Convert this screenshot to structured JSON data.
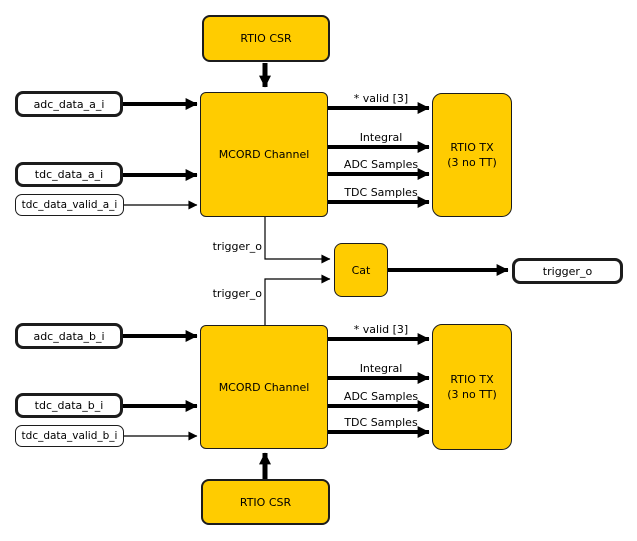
{
  "colors": {
    "node_fill": "#FFCC00",
    "edge": "#000000",
    "border": "#1c1c1c",
    "background": "#ffffff"
  },
  "nodes": {
    "csr_top": {
      "label": "RTIO CSR"
    },
    "mcord_a": {
      "label": "MCORD Channel"
    },
    "tx_a": {
      "line1": "RTIO TX",
      "line2": "(3 no TT)"
    },
    "cat": {
      "label": "Cat"
    },
    "trigger_out": {
      "label": "trigger_o"
    },
    "mcord_b": {
      "label": "MCORD Channel"
    },
    "tx_b": {
      "line1": "RTIO TX",
      "line2": "(3 no TT)"
    },
    "csr_bottom": {
      "label": "RTIO CSR"
    }
  },
  "inputs": {
    "adc_a": {
      "label": "adc_data_a_i"
    },
    "tdc_a": {
      "label": "tdc_data_a_i"
    },
    "tdc_valid_a": {
      "label": "tdc_data_valid_a_i"
    },
    "adc_b": {
      "label": "adc_data_b_i"
    },
    "tdc_b": {
      "label": "tdc_data_b_i"
    },
    "tdc_valid_b": {
      "label": "tdc_data_valid_b_i"
    }
  },
  "edge_labels": {
    "valid_a": "* valid [3]",
    "integral_a": "Integral",
    "adc_samples_a": "ADC Samples",
    "tdc_samples_a": "TDC Samples",
    "trigger_a": "trigger_o",
    "trigger_b": "trigger_o",
    "valid_b": "* valid [3]",
    "integral_b": "Integral",
    "adc_samples_b": "ADC Samples",
    "tdc_samples_b": "TDC Samples"
  }
}
